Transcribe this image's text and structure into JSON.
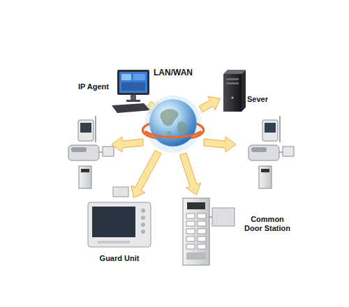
{
  "diagram": {
    "nodes": [
      {
        "text": [
          "LAN/WAN"
        ]
      },
      {
        "text": [
          "IP Agent"
        ]
      },
      {
        "text": [
          "Sever"
        ]
      },
      {
        "text": [
          "Guard Unit"
        ]
      },
      {
        "text": [
          "Common Door Station"
        ]
      }
    ],
    "edges": [
      {
        "from": 0,
        "to": 1,
        "arrow": "to"
      },
      {
        "from": 0,
        "to": 2,
        "arrow": "to"
      },
      {
        "from": 0,
        "to": 3,
        "arrow": "to"
      },
      {
        "from": 0,
        "to": 4,
        "arrow": "to"
      }
    ]
  }
}
